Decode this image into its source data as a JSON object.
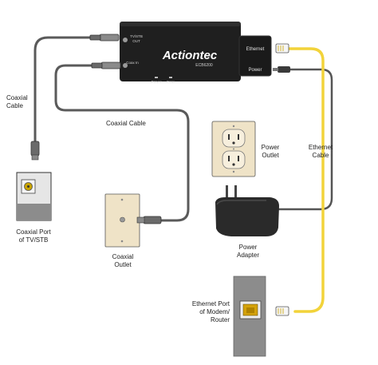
{
  "device": {
    "brand": "Actiontec",
    "model": "ECB6200",
    "port_tvstb": "TV/STB",
    "port_out": "OUT",
    "port_coax_in": "Coax In",
    "port_ethernet": "Ethernet",
    "port_power": "Power",
    "led_power": "Power",
    "led_coax": "Coax"
  },
  "labels": {
    "coaxial_cable_left_line1": "Coaxial",
    "coaxial_cable_left_line2": "Cable",
    "coaxial_cable_mid": "Coaxial Cable",
    "ethernet_cable_line1": "Ethernet",
    "ethernet_cable_line2": "Cable",
    "power_outlet_line1": "Power",
    "power_outlet_line2": "Outlet",
    "tv_port_line1": "Coaxial Port",
    "tv_port_line2": "of TV/STB",
    "coax_outlet_line1": "Coaxial",
    "coax_outlet_line2": "Outlet",
    "power_adapter_line1": "Power",
    "power_adapter_line2": "Adapter",
    "router_port_line1": "Ethernet Port",
    "router_port_line2": "of Modem/",
    "router_port_line3": "Router"
  },
  "colors": {
    "device_body": "#1f1f1f",
    "coax_cable": "#5a5a5a",
    "ethernet_cable": "#f2d33a",
    "power_cable": "#555555",
    "wall_plate": "#efe3c7",
    "panel_gray": "#8c8c8c"
  }
}
